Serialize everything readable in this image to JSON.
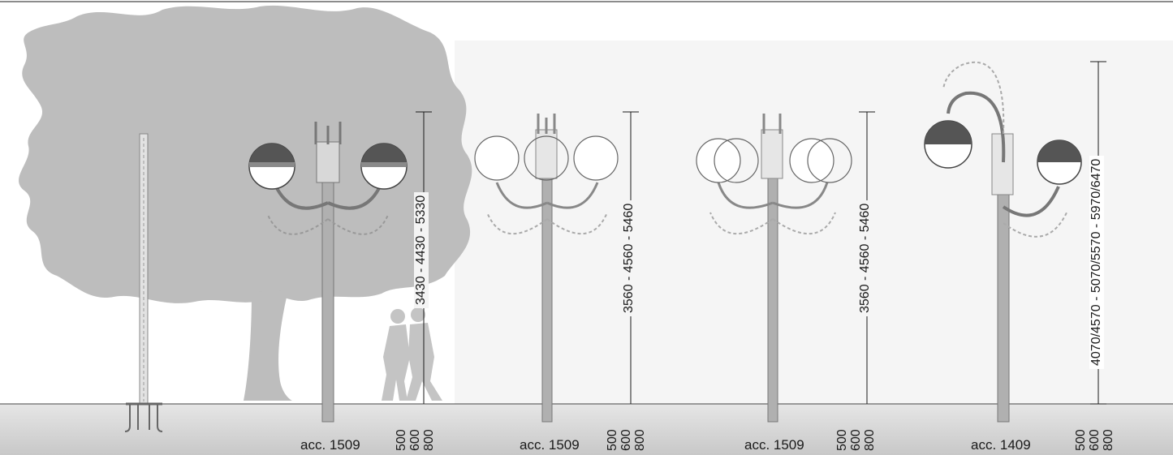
{
  "colors": {
    "silhouette": "#bdbdbd",
    "ground": "#d4d4d4",
    "lamp_dark": "#555555",
    "lamp_light": "#ffffff",
    "line": "#1a1a1a",
    "pole": "#a9a9a9"
  },
  "lamps": [
    {
      "height_label": "3430 - 4430 - 5330",
      "accessory_label": "acc. 1509",
      "depths": [
        "500",
        "600",
        "800"
      ]
    },
    {
      "height_label": "3560 - 4560 - 5460",
      "accessory_label": "acc. 1509",
      "depths": [
        "500",
        "600",
        "800"
      ]
    },
    {
      "height_label": "3560 - 4560 - 5460",
      "accessory_label": "acc. 1509",
      "depths": [
        "500",
        "600",
        "800"
      ]
    },
    {
      "height_label": "4070/4570 - 5070/5570 - 5970/6470",
      "accessory_label": "acc. 1409",
      "depths": [
        "500",
        "600",
        "800"
      ]
    }
  ]
}
